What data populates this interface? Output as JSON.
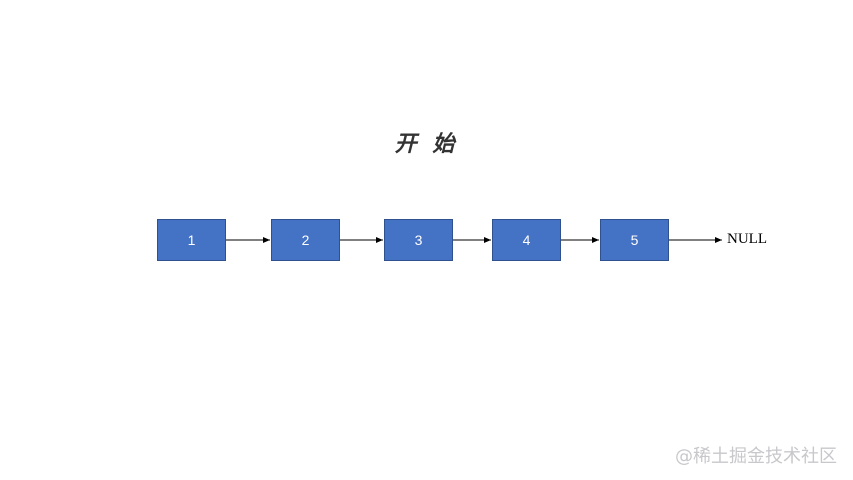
{
  "title": "开 始",
  "nodes": [
    "1",
    "2",
    "3",
    "4",
    "5"
  ],
  "terminal": "NULL",
  "watermark": "@稀土掘金技术社区",
  "colors": {
    "node_fill": "#4472c4",
    "node_border": "#2f528f",
    "arrow": "#000000"
  }
}
